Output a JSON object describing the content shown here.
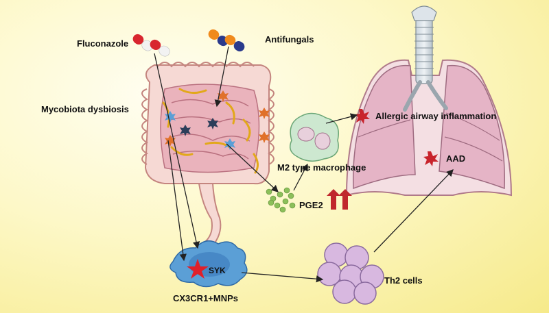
{
  "labels": {
    "fluconazole": "Fluconazole",
    "antifungals": "Antifungals",
    "mycobiota": "Mycobiota dysbiosis",
    "allergic": "Allergic airway inflammation",
    "m2": "M2 type macrophage",
    "aad": "AAD",
    "pge2": "PGE2",
    "syk": "SYK",
    "th2": "Th2 cells",
    "mnps": "CX3CR1+MNPs"
  },
  "colors": {
    "background": "#fdf8c8",
    "intestine": "#f2cdd0",
    "lung": "#e8b8c8",
    "cells": "#5b9fd6",
    "arrow": "#222222",
    "up_arrow": "#c0272d",
    "star": "#e0202a"
  },
  "icons": [
    "capsule-icon",
    "up-arrow-icon",
    "star-icon",
    "burst-icon"
  ]
}
